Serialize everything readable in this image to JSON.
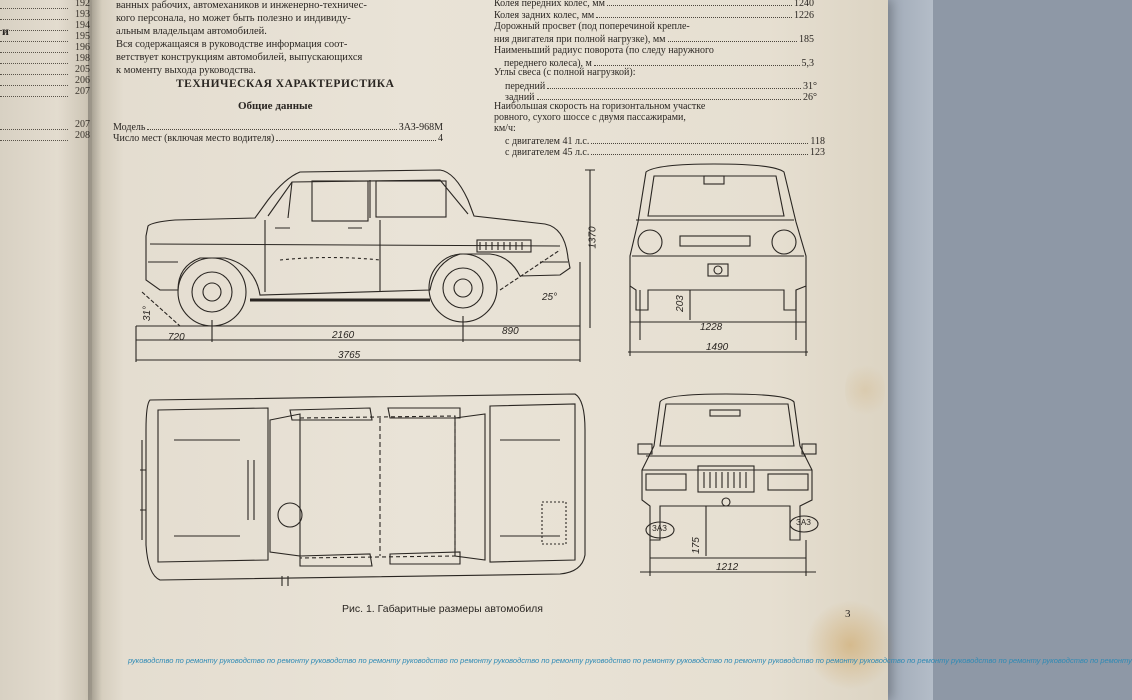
{
  "left_page": {
    "toc_numbers": [
      "192",
      "193",
      "194",
      "195",
      "196",
      "198",
      "205",
      "206",
      "207",
      "207",
      "208"
    ],
    "fragment": "и"
  },
  "intro": {
    "lines": [
      "ванных рабочих, автомехаников и инженерно-техничес-",
      "кого персонала, но может быть полезно и индивиду-",
      "альным владельцам автомобилей.",
      "    Вся содержащаяся в руководстве информация соот-",
      "ветствует конструкциям автомобилей, выпускающихся",
      "к моменту выхода руководства."
    ]
  },
  "specs": {
    "heading": "ТЕХНИЧЕСКАЯ ХАРАКТЕРИСТИКА",
    "subheading": "Общие данные",
    "model_label": "Модель",
    "model_value": "ЗАЗ-968М",
    "seats_label": "Число мест (включая место водителя)",
    "seats_value": "4",
    "front_track_label": "Колея передних колес, мм",
    "front_track_value": "1240",
    "rear_track_label": "Колея задних колес, мм",
    "rear_track_value": "1226",
    "clearance_line1": "Дорожный просвет (под поперечиной крепле-",
    "clearance_line2": "ния двигателя при полной нагрузке), мм",
    "clearance_value": "185",
    "radius_line1": "Наименьший радиус поворота (по следу наружного",
    "radius_line2": "переднего колеса), м",
    "radius_value": "5,3",
    "overhang_label": "Углы свеса (с полной нагрузкой):",
    "overhang_front_label": "передний",
    "overhang_front_value": "31°",
    "overhang_rear_label": "задний",
    "overhang_rear_value": "26°",
    "speed_line1": "Наибольшая скорость на горизонтальном участке",
    "speed_line2": "ровного, сухого шоссе с двумя пассажирами,",
    "speed_line3": "км/ч:",
    "speed_41_label": "с двигателем 41 л.с.",
    "speed_41_value": "118",
    "speed_45_label": "с двигателем 45 л.с.",
    "speed_45_value": "123"
  },
  "drawing": {
    "dims": {
      "front_overhang": "720",
      "wheelbase": "2160",
      "rear_overhang": "890",
      "length": "3765",
      "height": "1370",
      "angle_front": "31°",
      "angle_rear": "25°",
      "front_clearance": "203",
      "front_track": "1228",
      "width": "1490",
      "rear_clearance": "175",
      "rear_track": "1212"
    },
    "badge": "ЗАЗ"
  },
  "caption": "Рис. 1. Габаритные размеры автомобиля",
  "page_number": "3",
  "footer_text": "руководство по ремонту руководство по ремонту руководство по ремонту руководство по ремонту руководство по ремонту руководство по ремонту руководство по ремонту руководство по ремонту руководство по ремонту руководство по ремонту руководство по ремонту",
  "colors": {
    "paper": "#e9e3d7",
    "ink": "#2a2622",
    "footer": "#2e8ab5"
  }
}
